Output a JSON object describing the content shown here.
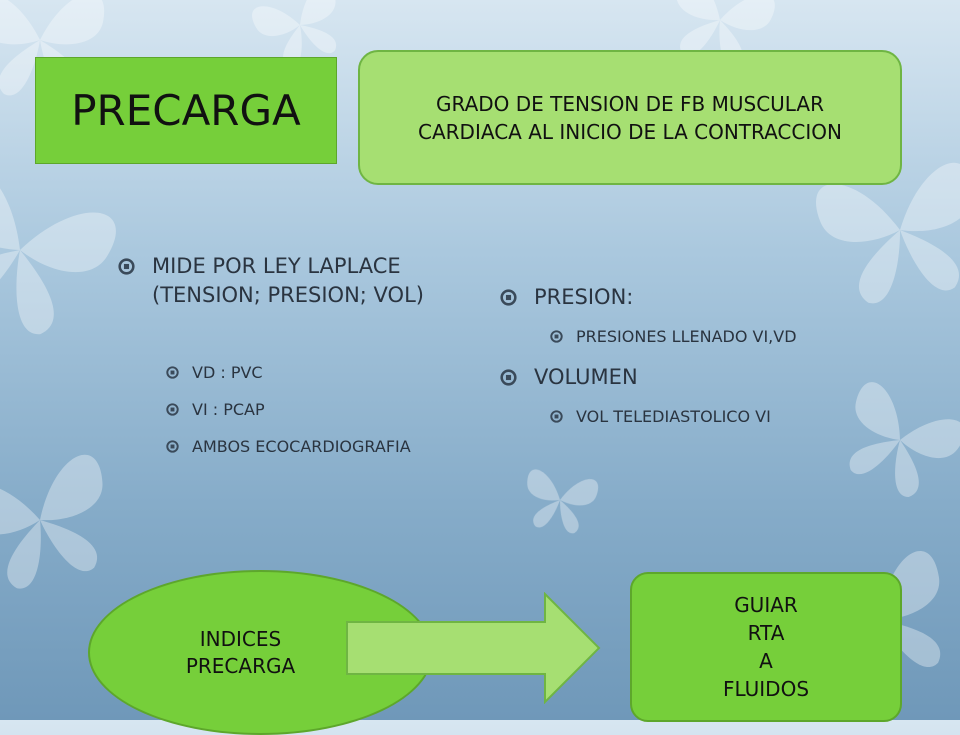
{
  "slide": {
    "title": "PRECARGA",
    "definition": "GRADO DE TENSION DE FB MUSCULAR CARDIACA AL INICIO DE LA CONTRACCION",
    "left": {
      "main": "MIDE POR LEY LAPLACE (TENSION; PRESION; VOL)",
      "items": [
        "VD : PVC",
        "VI : PCAP",
        "AMBOS ECOCARDIOGRAFIA"
      ]
    },
    "right": {
      "pressure": "PRESION:",
      "pressure_item": "PRESIONES LLENADO VI,VD",
      "volume": "VOLUMEN",
      "volume_item": "VOL TELEDIASTOLICO VI"
    },
    "indices": [
      "INDICES",
      "PRECARGA"
    ],
    "guide": [
      "GUIAR",
      "RTA",
      "A",
      "FLUIDOS"
    ]
  },
  "colors": {
    "box_green": "#76cf3a",
    "light_green": "#a6df72",
    "bullet": "#3a4a5a",
    "background": "#9fc0d8"
  }
}
